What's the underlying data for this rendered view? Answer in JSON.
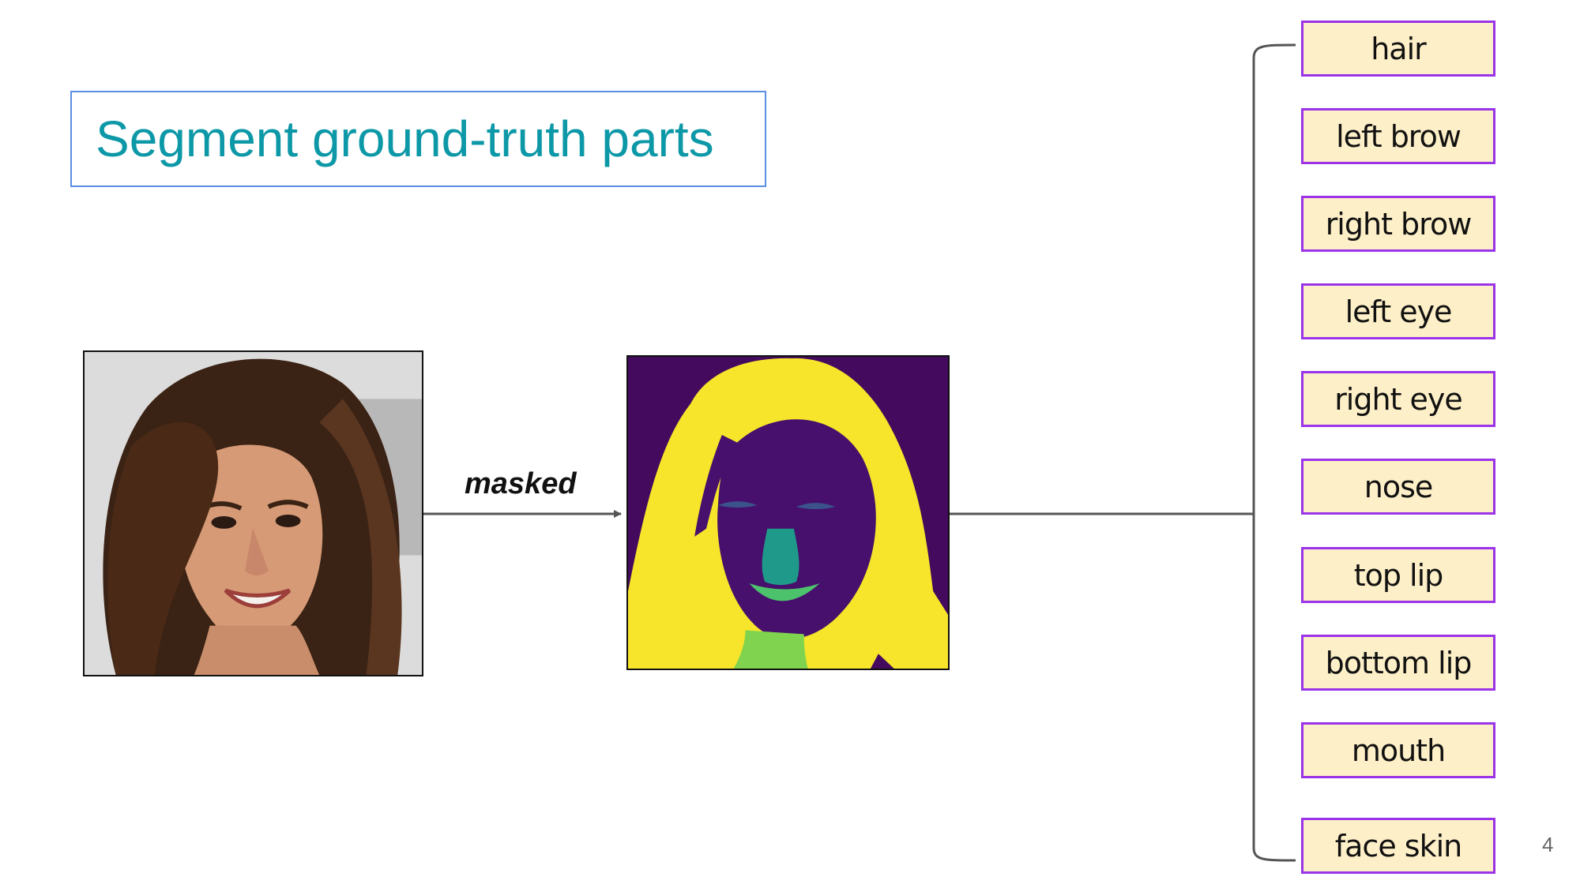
{
  "slide": {
    "title": "Segment ground-truth parts",
    "arrow_label": "masked",
    "page_number": "4"
  },
  "parts": [
    "hair",
    "left brow",
    "right brow",
    "left eye",
    "right eye",
    "nose",
    "top lip",
    "bottom lip",
    "mouth",
    "face skin"
  ],
  "colors": {
    "title": "#0c98a7",
    "title_border": "#5b8fe6",
    "part_fill": "#fdefc7",
    "part_border": "#9b33e8",
    "mask_background": "#440a5e",
    "mask_hair": "#f6e52a",
    "mask_face": "#46106c",
    "mask_nose": "#1f9a8a",
    "mask_mouth": "#4cc26c",
    "mask_skin": "#7fd34e",
    "mask_brow_eye": "#3b528b"
  }
}
